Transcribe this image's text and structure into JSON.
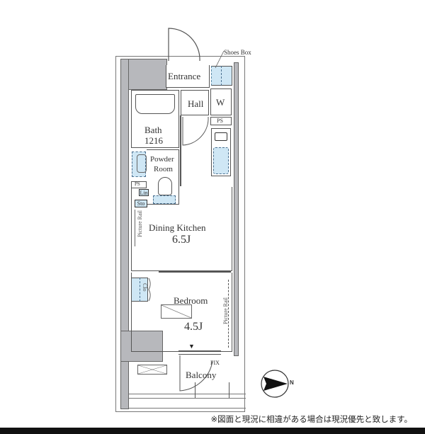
{
  "floorplan": {
    "rooms": {
      "entrance": "Entrance",
      "shoes_box": "Shoes Box",
      "hall": "Hall",
      "washer": "W",
      "ps_top": "PS",
      "bath_name": "Bath",
      "bath_size": "1216",
      "powder_room_line1": "Powder",
      "powder_room_line2": "Room",
      "ps_left": "PS",
      "linen": "Lin",
      "storage": "Sto",
      "picture_rail_left": "Picture Rail",
      "dining_kitchen_name": "Dining Kitchen",
      "dining_kitchen_size": "6.5J",
      "closet": "Clo",
      "bedroom_name": "Bedroom",
      "bedroom_size": "4.5J",
      "picture_rail_right": "Picture Rail",
      "fix": "FIX",
      "balcony": "Balcony"
    },
    "compass": {
      "label": "N",
      "direction": "east"
    },
    "colors": {
      "wall_fill": "#b7b8bc",
      "fixture_blue": "#cfe7f5",
      "line": "#555555"
    }
  },
  "footer": {
    "note": "※図面と現況に相違がある場合は現況優先と致します。"
  }
}
